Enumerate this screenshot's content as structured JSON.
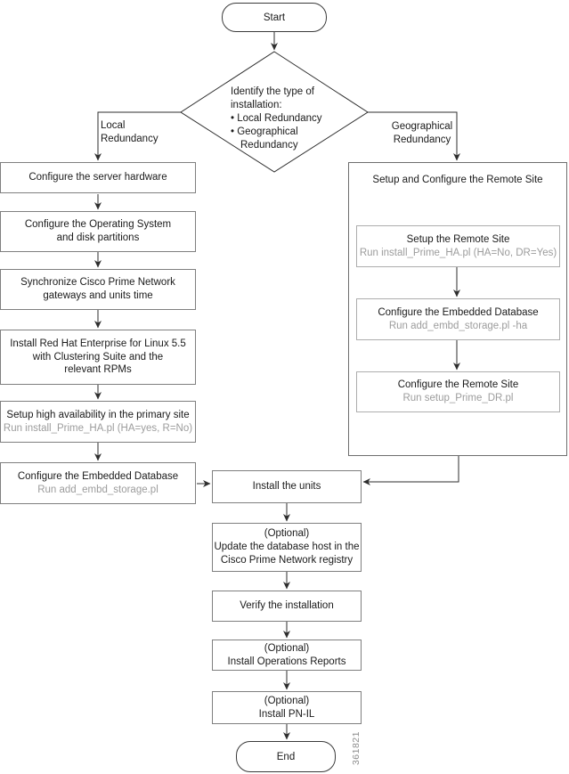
{
  "colors": {
    "background": "#ffffff",
    "box_border": "#7f7f7f",
    "inner_box_border": "#adadad",
    "container_border": "#6e6e6e",
    "terminal_border": "#3a3a3a",
    "connector_line": "#2e2e2e",
    "text": "#1a1a1a",
    "command_text": "#9c9c9c",
    "figure_id_text": "#8c8c8c"
  },
  "flow": {
    "start_label": "Start",
    "end_label": "End",
    "decision": {
      "question": "Identify the type of\ninstallation:",
      "options": [
        "• Local Redundancy",
        "• Geographical Redundancy"
      ]
    },
    "local_branch": {
      "label": "Local\nRedundancy",
      "steps": [
        {
          "title": "Configure the server hardware"
        },
        {
          "title": "Configure the Operating System\nand disk partitions"
        },
        {
          "title": "Synchronize Cisco Prime Network\ngateways and units time"
        },
        {
          "title": "Install Red Hat Enterprise for Linux 5.5\nwith Clustering Suite and the\nrelevant RPMs"
        },
        {
          "title": "Setup high availability in the primary site",
          "command": "Run install_Prime_HA.pl (HA=yes, R=No)"
        },
        {
          "title": "Configure the Embedded Database",
          "command": "Run add_embd_storage.pl"
        }
      ]
    },
    "geographical_branch": {
      "label": "Geographical\nRedundancy",
      "container_title": "Setup and Configure the Remote Site",
      "steps": [
        {
          "title": "Setup the Remote Site",
          "command": "Run install_Prime_HA.pl (HA=No, DR=Yes)"
        },
        {
          "title": "Configure the Embedded Database",
          "command": "Run add_embd_storage.pl -ha"
        },
        {
          "title": "Configure the Remote Site",
          "command": "Run setup_Prime_DR.pl"
        }
      ]
    },
    "main_flow": {
      "steps": [
        {
          "title": "Install the units"
        },
        {
          "optional": "(Optional)",
          "title": "Update the database host in the\nCisco Prime Network registry"
        },
        {
          "title": "Verify the installation"
        },
        {
          "optional": "(Optional)",
          "title": "Install Operations Reports"
        },
        {
          "optional": "(Optional)",
          "title": "Install PN-IL"
        }
      ]
    }
  },
  "figure_id": "361821"
}
